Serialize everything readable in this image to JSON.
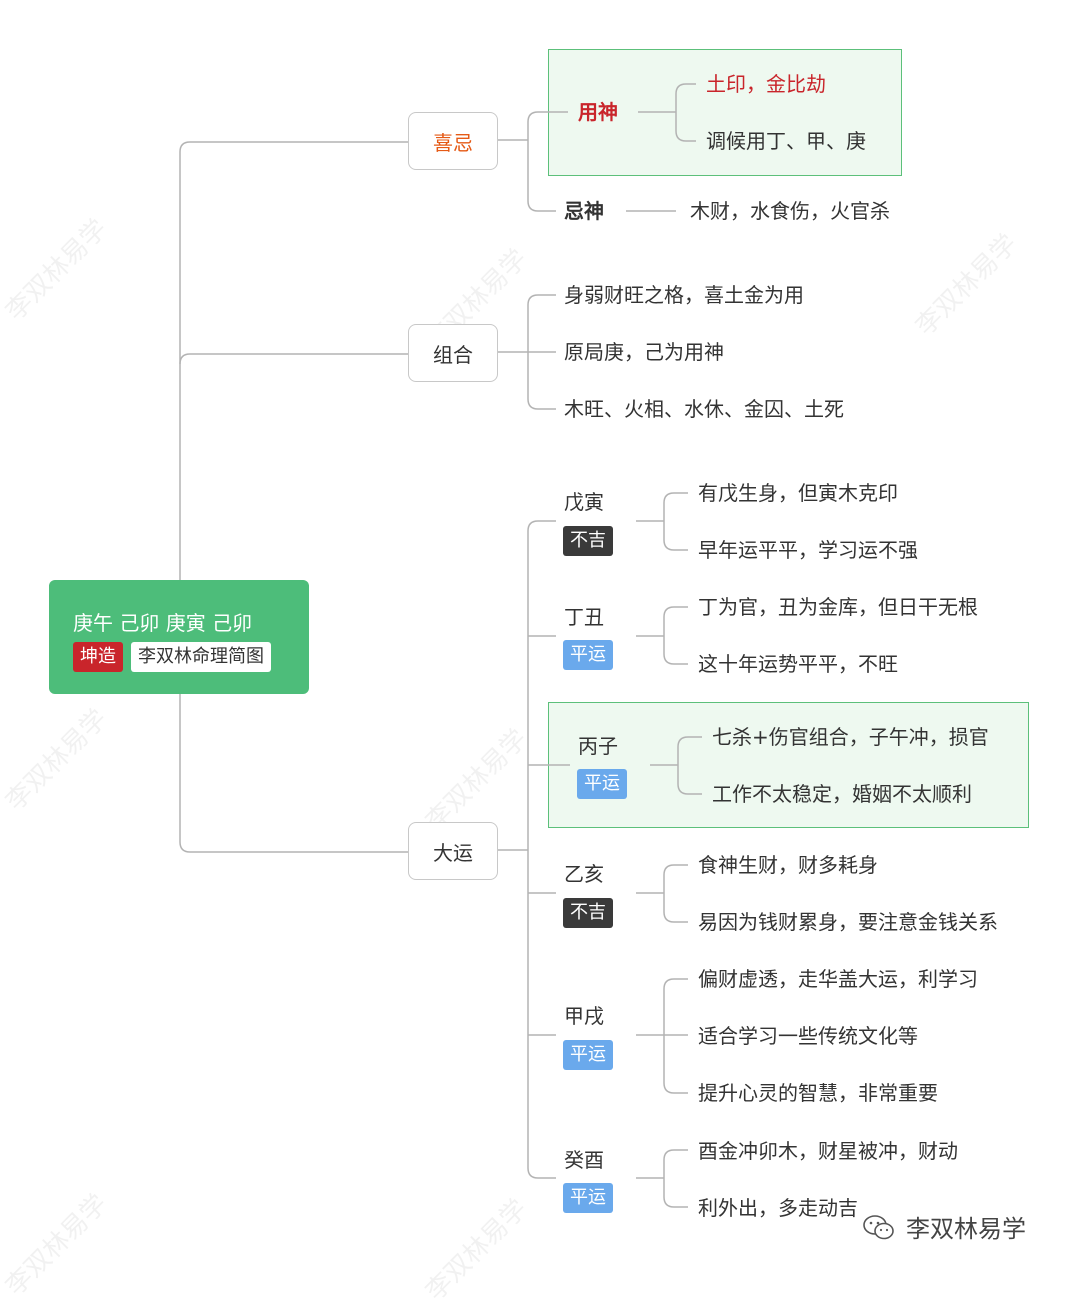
{
  "root": {
    "title": "庚午 己卯 庚寅 己卯",
    "tag_gender": "坤造",
    "tag_author": "李双林命理简图"
  },
  "xiji": {
    "label": "喜忌",
    "yongshen": {
      "label": "用神",
      "items": [
        "土印，金比劫",
        "调候用丁、甲、庚"
      ]
    },
    "jishen": {
      "label": "忌神",
      "dash": "——",
      "value": "木财，水食伤，火官杀"
    }
  },
  "zuhe": {
    "label": "组合",
    "items": [
      "身弱财旺之格，喜土金为用",
      "原局庚，己为用神",
      "木旺、火相、水休、金囚、土死"
    ]
  },
  "dayun": {
    "label": "大运",
    "periods": [
      {
        "name": "戊寅",
        "tag": "不吉",
        "items": [
          "有戊生身，但寅木克印",
          "早年运平平，学习运不强"
        ]
      },
      {
        "name": "丁丑",
        "tag": "平运",
        "items": [
          "丁为官，丑为金库，但日干无根",
          "这十年运势平平，不旺"
        ]
      },
      {
        "name": "丙子",
        "tag": "平运",
        "items": [
          "七杀+伤官组合，子午冲，损官",
          "工作不太稳定，婚姻不太顺利"
        ]
      },
      {
        "name": "乙亥",
        "tag": "不吉",
        "items": [
          "食神生财，财多耗身",
          "易因为钱财累身，要注意金钱关系"
        ]
      },
      {
        "name": "甲戌",
        "tag": "平运",
        "items": [
          "偏财虚透，走华盖大运，利学习",
          "适合学习一些传统文化等",
          "提升心灵的智慧，非常重要"
        ]
      },
      {
        "name": "癸酉",
        "tag": "平运",
        "items": [
          "酉金冲卯木，财星被冲，财动",
          "利外出，多走动吉"
        ]
      }
    ]
  },
  "watermark": {
    "text": "李双林易学",
    "brand": "李双林易学"
  },
  "colors": {
    "root_bg": "#4dbd7a",
    "highlight_bg": "#eef9f0",
    "highlight_border": "#5cc07a",
    "bad_tag": "#3a3a3a",
    "neutral_tag": "#6aa9ec",
    "red_text": "#c9252b",
    "orange_text": "#e55a16",
    "line": "#b3b3b3"
  }
}
